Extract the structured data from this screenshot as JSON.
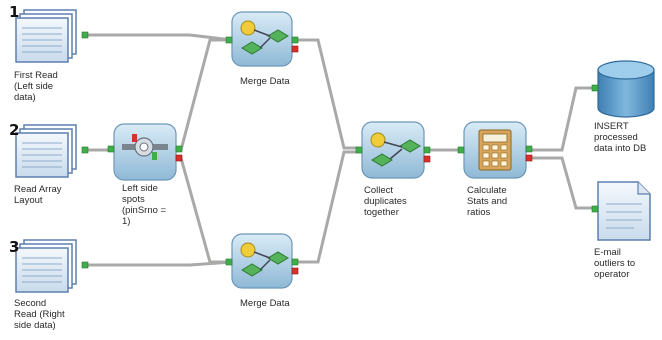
{
  "nodes": {
    "read1": {
      "label": "First Read\n(Left side\ndata)",
      "number": "1",
      "icon": "document-stack-icon"
    },
    "read2": {
      "label": "Read Array\nLayout",
      "number": "2",
      "icon": "document-stack-icon"
    },
    "read3": {
      "label": "Second\nRead (Right\nside data)",
      "number": "3",
      "icon": "document-stack-icon"
    },
    "filter": {
      "label": "Left side\nspots\n(pinSrno =\n1)",
      "icon": "filter-icon"
    },
    "merge1": {
      "label": "Merge Data",
      "icon": "merge-icon"
    },
    "merge2": {
      "label": "Merge Data",
      "icon": "merge-icon"
    },
    "collect": {
      "label": "Collect\nduplicates\ntogether",
      "icon": "collect-icon"
    },
    "calc": {
      "label": "Calculate\nStats and\nratios",
      "icon": "calculator-icon"
    },
    "insert": {
      "label": "INSERT\nprocessed\ndata into DB",
      "icon": "database-icon"
    },
    "email": {
      "label": "E-mail\noutliers to\noperator",
      "icon": "email-document-icon"
    }
  },
  "colors": {
    "link": "#a9aaa8",
    "port_green": "#3fae49",
    "port_red": "#d8302a",
    "doc_blue": "#5d7fb0",
    "db_blue": "#5a96c4",
    "panel_blue": "#9cc2dc"
  }
}
